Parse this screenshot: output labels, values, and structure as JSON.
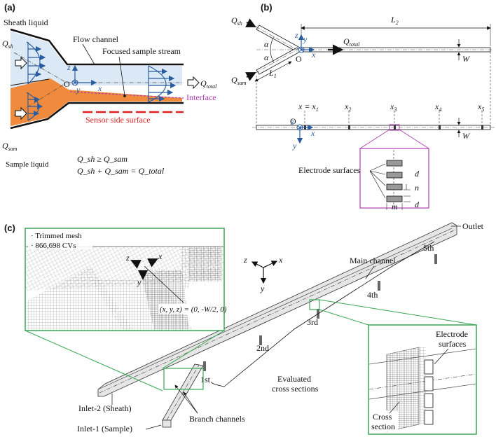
{
  "panels": {
    "a": "(a)",
    "b": "(b)",
    "c": "(c)"
  },
  "panel_a": {
    "sheath_liquid": "Sheath liquid",
    "flow_channel": "Flow channel",
    "focused_stream": "Focused sample stream",
    "q_sh": "Q",
    "q_sh_sub": "sh",
    "q_sam": "Q",
    "q_sam_sub": "sam",
    "q_total": "Q",
    "q_total_sub": "total",
    "interface": "Interface",
    "sensor_side": "Sensor side surface",
    "sample_liquid": "Sample liquid",
    "origin": "O",
    "axis_x": "x",
    "axis_y": "y",
    "axis_z": "z",
    "eq1": "Q_sh ≥ Q_sam",
    "eq2": "Q_sh + Q_sam = Q_total",
    "colors": {
      "sheath": "#dbe8f5",
      "sample": "#f08a3c",
      "interface": "#b03cb0",
      "sensor": "#e02020",
      "profile": "#2a5d9f"
    }
  },
  "panel_b": {
    "l2": "L",
    "l2_sub": "2",
    "l1": "L",
    "l1_sub": "1",
    "alpha": "α",
    "w": "W",
    "q_total": "Q",
    "q_total_sub": "total",
    "q_sh": "Q",
    "q_sh_sub": "sh",
    "q_sam": "Q",
    "q_sam_sub": "sam",
    "x1": "x = x",
    "x1_sub": "1",
    "x2": "x",
    "x2_sub": "2",
    "x3": "x",
    "x3_sub": "3",
    "x4": "x",
    "x4_sub": "4",
    "x5": "x",
    "x5_sub": "5",
    "electrode_surfaces": "Electrode surfaces",
    "d": "d",
    "n": "n",
    "m": "m"
  },
  "panel_c": {
    "trimmed_mesh": "Trimmed mesh",
    "cvs": "866,698 CVs",
    "coord": "(x, y, z) = (0, -W/2, 0)",
    "outlet": "Outlet",
    "main_channel": "Main channel",
    "fifth": "5th",
    "fourth": "4th",
    "third": "3rd",
    "second": "2nd",
    "first": "1st",
    "evaluated": "Evaluated",
    "cross_sections": "cross sections",
    "inlet2": "Inlet-2 (Sheath)",
    "inlet1": "Inlet-1 (Sample)",
    "branch": "Branch channels",
    "electrode": "Electrode",
    "surfaces": "surfaces",
    "cross": "Cross",
    "section": "section",
    "axis_x": "x",
    "axis_y": "y",
    "axis_z": "z",
    "frame_color": "#3aa655"
  }
}
